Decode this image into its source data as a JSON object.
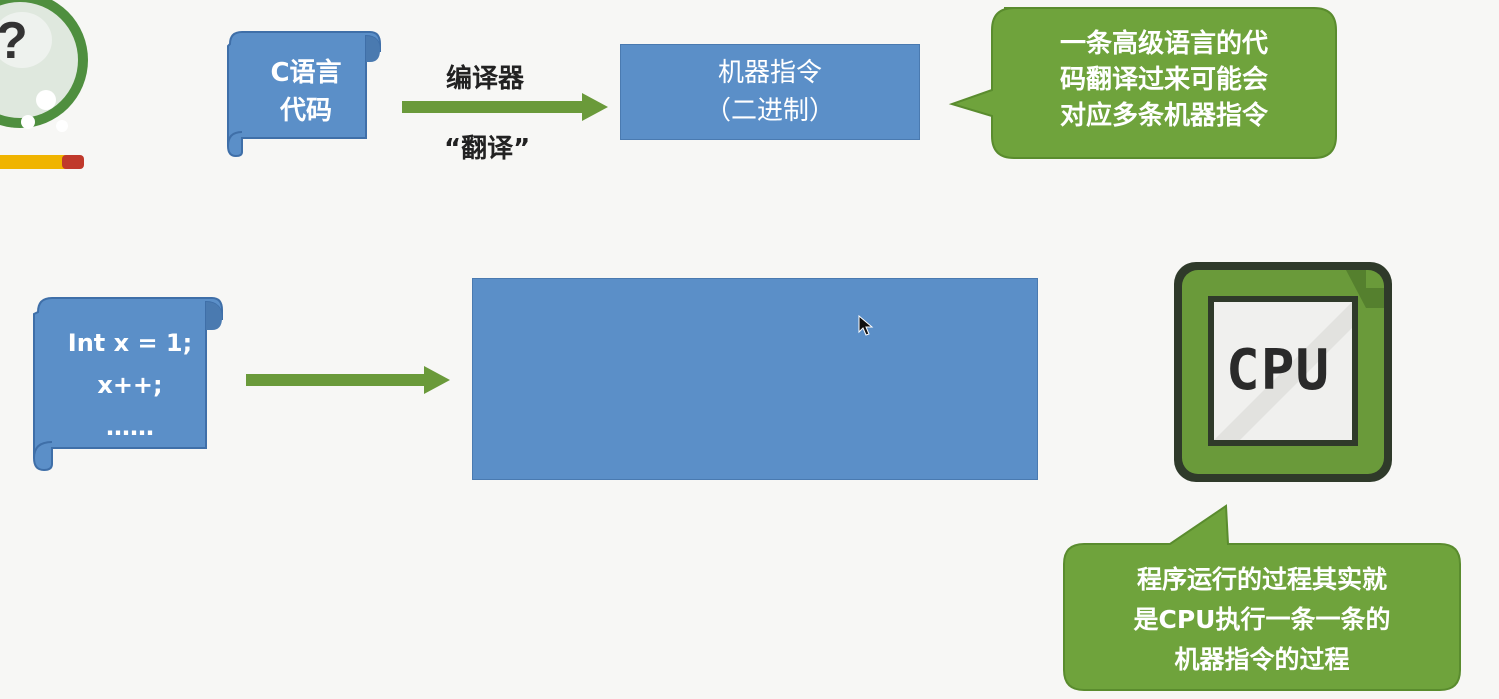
{
  "top_row": {
    "source_scroll": "C语言\n代码",
    "compiler_label": "编译器",
    "translate_label": "“翻译”",
    "target_box": "机器指令\n（二进制）",
    "callout": "一条高级语言的代\n码翻译过来可能会\n对应多条机器指令"
  },
  "bottom_row": {
    "code_scroll": "Int x = 1;\nx++;\n……",
    "target_box": "",
    "cpu_label": "CPU",
    "callout": "程序运行的过程其实就\n是CPU执行一条一条的\n机器指令的过程"
  },
  "colors": {
    "scroll_blue": "#5b8fc8",
    "arrow_green": "#6a9a3a",
    "callout_green": "#6fa33c",
    "cpu_body": "#6a9a3a"
  },
  "icons": [
    "thinking-mascot-icon",
    "cpu-chip-icon",
    "mouse-cursor-icon"
  ]
}
